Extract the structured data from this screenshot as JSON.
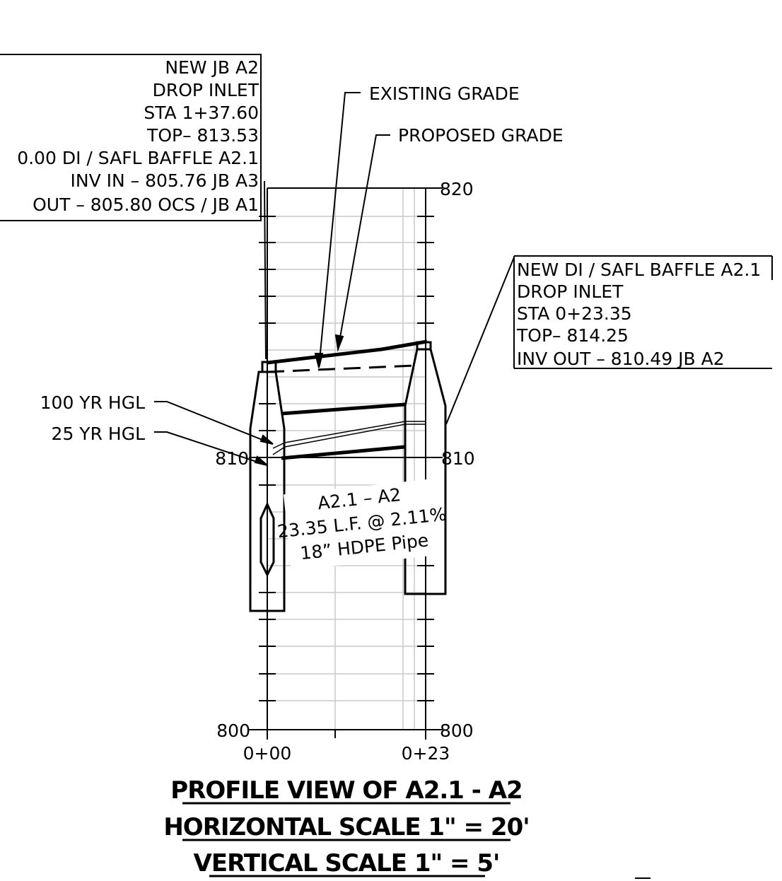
{
  "left_box": {
    "lines": [
      "NEW JB A2",
      "DROP INLET",
      "STA 1+37.60",
      "TOP– 813.53",
      "0.00 DI / SAFL BAFFLE A2.1",
      "INV IN – 805.76 JB A3",
      "OUT – 805.80 OCS / JB A1"
    ]
  },
  "right_box": {
    "lines": [
      "NEW DI / SAFL BAFFLE A2.1",
      "DROP INLET",
      "STA 0+23.35",
      "TOP– 814.25",
      "INV OUT – 810.49 JB A2"
    ]
  },
  "callouts": {
    "existing_grade": "EXISTING GRADE",
    "proposed_grade": "PROPOSED GRADE",
    "hgl_100": "100 YR HGL",
    "hgl_25": "25 YR HGL"
  },
  "elevation_labels": {
    "left": [
      "810",
      "800"
    ],
    "right": [
      "820",
      "810",
      "800"
    ]
  },
  "station_labels": [
    "0+00",
    "0+23"
  ],
  "pipe_label": [
    "A2.1 – A2",
    "23.35 L.F. @ 2.11%",
    "18” HDPE Pipe"
  ],
  "titles": [
    "PROFILE VIEW OF  A2.1 - A2",
    "HORIZONTAL SCALE 1\" = 20'",
    "VERTICAL SCALE 1\" = 5'"
  ]
}
